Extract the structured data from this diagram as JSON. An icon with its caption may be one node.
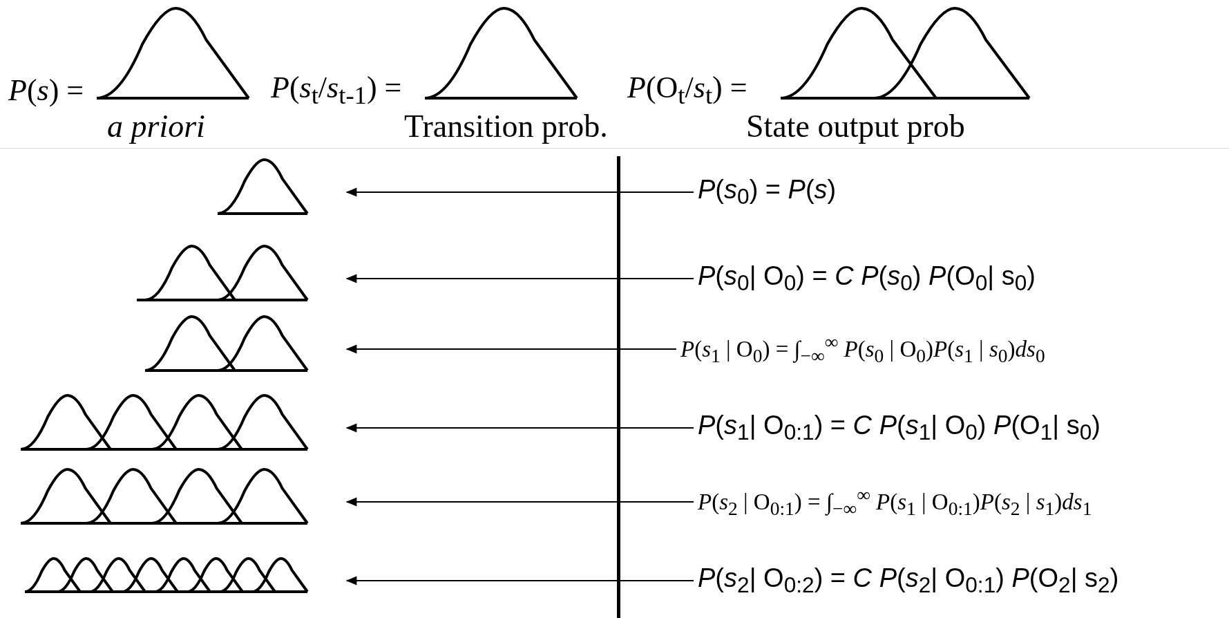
{
  "diagram": {
    "nodes": [
      {
        "text": [],
        "shape": "picture"
      },
      {
        "text": [
          "*P*(*s*$_{0}$) = *P*(*s*)"
        ]
      },
      {
        "text": [],
        "shape": "picture"
      },
      {
        "text": [
          "*P*(*s*$_{0}$| O$_{0}$) = *C* *P*(*s*$_{0}$) *P*(O$_{0}$| s$_{0}$)"
        ]
      },
      {
        "text": [],
        "shape": "picture"
      },
      {
        "text": [
          "*P*(*s*$_{1}$ | O$_{0}$) = ∫$_{−∞}$$^{∞}$ *P*(*s*$_{0}$ | O$_{0}$)*P*(*s*$_{1}$ | *s*$_{0}$)*ds*$_{0}$"
        ]
      },
      {
        "text": [],
        "shape": "picture"
      },
      {
        "text": [
          "*P*(*s*$_{1}$| O$_{0:1}$) = *C* *P*(*s*$_{1}$| O$_{0}$) *P*(O$_{1}$| s$_{0}$)"
        ]
      },
      {
        "text": [],
        "shape": "picture"
      },
      {
        "text": [
          "*P*(*s*$_{2}$ | O$_{0:1}$) = ∫$_{−∞}$$^{∞}$ *P*(*s*$_{1}$ | O$_{0:1}$)*P*(*s*$_{2}$ | *s*$_{1}$)*ds*$_{1}$"
        ]
      },
      {
        "text": [],
        "shape": "picture"
      },
      {
        "text": [
          "*P*(*s*$_{2}$| O$_{0:2}$) = *C* *P*(*s*$_{2}$| O$_{0:1}$) *P*(O$_{2}$| s$_{2}$)"
        ]
      }
    ],
    "edges": [
      {
        "from": 1,
        "to": 0,
        "arrow": "to"
      },
      {
        "from": 3,
        "to": 2,
        "arrow": "to"
      },
      {
        "from": 5,
        "to": 4,
        "arrow": "to"
      },
      {
        "from": 7,
        "to": 6,
        "arrow": "to"
      },
      {
        "from": 9,
        "to": 8,
        "arrow": "to"
      },
      {
        "from": 11,
        "to": 10,
        "arrow": "to"
      }
    ],
    "labels": [
      "*P*(*s*) =",
      "*P*(*s*$_{t}$/*s*$_{t-1}$) =",
      "*P*(O$_{t}$/*s*$_{t}$) =",
      "a priori",
      "Transition prob.",
      "State output prob"
    ]
  }
}
